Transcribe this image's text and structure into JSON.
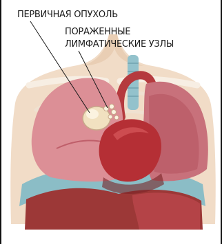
{
  "labels": {
    "primary_tumor": "ПЕРВИЧНАЯ ОПУХОЛЬ",
    "affected_nodes_line1": "ПОРАЖЕННЫЕ",
    "affected_nodes_line2": "ЛИМФАТИЧЕСКИЕ УЗЛЫ"
  },
  "colors": {
    "skin": "#f1dcc7",
    "skin_shadow": "#e0c2a8",
    "rib": "#f7eee3",
    "lung": "#dc8f96",
    "lung_dark": "#bf5f6a",
    "heart": "#b52f35",
    "liver": "#9c3837",
    "diaphragm": "#7fb9c5",
    "trachea": "#93c2cc",
    "tumor": "#f1e1c0",
    "border": "#111111"
  }
}
